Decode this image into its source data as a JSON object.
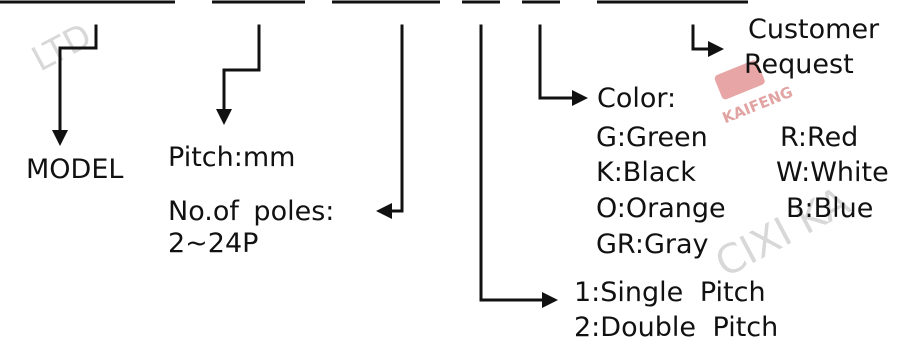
{
  "watermark": {
    "company_fragment": "LTD",
    "company_name": "CIXI KA",
    "logo_text": "KAIFENG",
    "logo_color": "#d44a4a"
  },
  "labels": {
    "model": "MODEL",
    "pitch": "Pitch:mm",
    "poles_title": "No.of poles:",
    "poles_range": "2~24P",
    "customer_line1": "Customer",
    "customer_line2": "Request",
    "color_title": "Color:",
    "colors": [
      {
        "code": "G:Green"
      },
      {
        "code": "R:Red"
      },
      {
        "code": "K:Black"
      },
      {
        "code": "W:White"
      },
      {
        "code": "O:Orange"
      },
      {
        "code": "B:Blue"
      },
      {
        "code": "GR:Gray"
      }
    ],
    "pitch_type_1": "1:Single Pitch",
    "pitch_type_2": "2:Double Pitch"
  }
}
